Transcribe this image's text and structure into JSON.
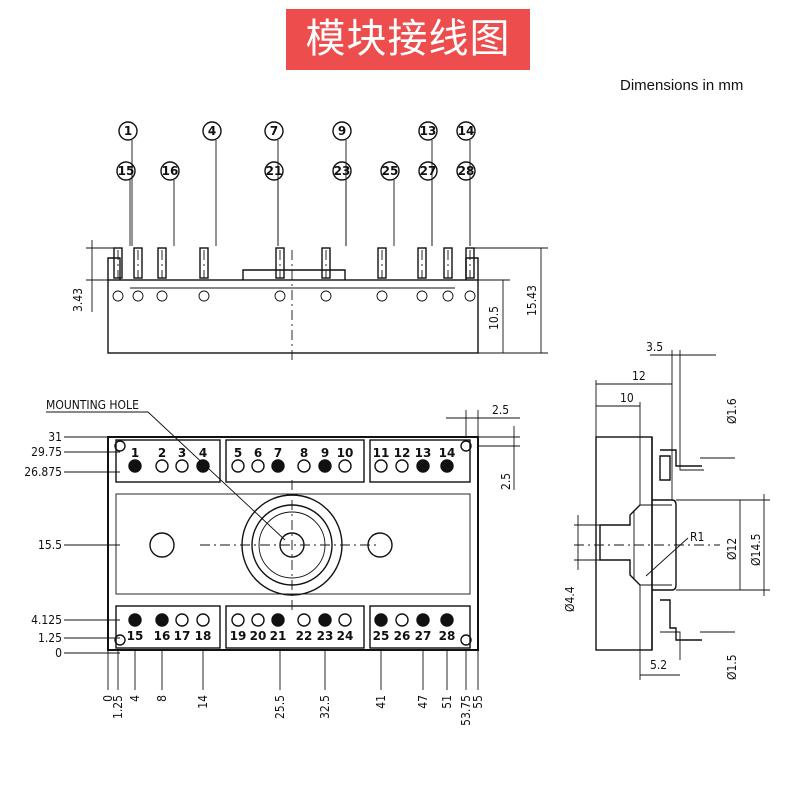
{
  "title": "模块接线图",
  "units_note": "Dimensions in mm",
  "side_view": {
    "top_pin_labels": [
      "1",
      "4",
      "7",
      "9",
      "13",
      "14"
    ],
    "bottom_pin_labels": [
      "15",
      "16",
      "21",
      "23",
      "25",
      "27",
      "28"
    ],
    "dim_left": "3.43",
    "dim_right_a": "10.5",
    "dim_right_b": "15.43"
  },
  "top_view": {
    "mounting_hole_label": "MOUNTING HOLE",
    "y_labels": [
      "31",
      "29.75",
      "26.875",
      "15.5",
      "4.125",
      "1.25",
      "0"
    ],
    "x_labels": [
      "0",
      "1.25",
      "4",
      "8",
      "14",
      "25.5",
      "32.5",
      "41",
      "47",
      "51",
      "53.75",
      "55"
    ],
    "dim_top_right": "2.5",
    "dim_right_side": "2.5",
    "top_terminals": [
      "1",
      "2",
      "3",
      "4",
      "5",
      "6",
      "7",
      "8",
      "9",
      "10",
      "11",
      "12",
      "13",
      "14"
    ],
    "bottom_terminals": [
      "15",
      "16",
      "17",
      "18",
      "19",
      "20",
      "21",
      "22",
      "23",
      "24",
      "25",
      "26",
      "27",
      "28"
    ]
  },
  "section_view": {
    "dim_3_5": "3.5",
    "dim_12": "12",
    "dim_10": "10",
    "dia_1_6": "Ø1.6",
    "radius": "R1",
    "dia_12": "Ø12",
    "dia_14_5": "Ø14.5",
    "dia_4_4": "Ø4.4",
    "dim_5_2": "5.2",
    "dia_1_5": "Ø1.5"
  }
}
